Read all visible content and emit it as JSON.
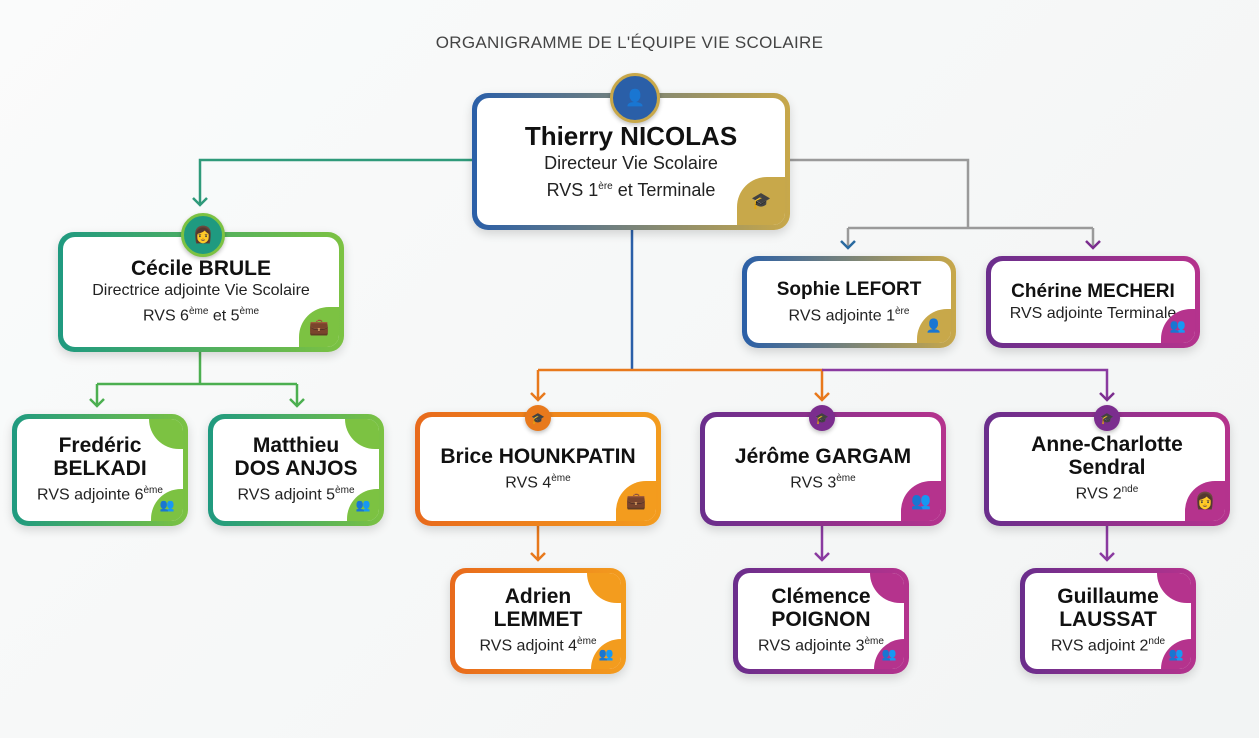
{
  "title": "ORGANIGRAMME DE L'ÉQUIPE VIE SCOLAIRE",
  "colors": {
    "green": "#4caf50",
    "blue": "#2a5fa8",
    "gold": "#c8a84a",
    "purple": "#7b2d8e",
    "orange": "#e8791c",
    "gray": "#999999"
  },
  "nodes": {
    "thierry": {
      "name": "Thierry NICOLAS",
      "line1": "Directeur Vie Scolaire",
      "pre": "RVS 1",
      "sup": "ère",
      "post": " et Terminale",
      "icon": "graduation-group-icon"
    },
    "cecile": {
      "name": "Cécile BRULE",
      "line1": "Directrice adjointe Vie Scolaire",
      "pre": "RVS 6",
      "sup": "ème",
      "mid": " et 5",
      "sup2": "ème",
      "icon": "briefcase-icon"
    },
    "sophie": {
      "name": "Sophie LEFORT",
      "pre": "RVS adjointe 1",
      "sup": "ère",
      "icon": "person-icon"
    },
    "cherine": {
      "name": "Chérine MECHERI",
      "pre": "RVS adjointe Terminale",
      "icon": "group-icon"
    },
    "frederic": {
      "name1": "Fredéric",
      "name2": "BELKADI",
      "pre": "RVS adjointe 6",
      "sup": "ème",
      "icon": "group-icon"
    },
    "matthieu": {
      "name1": "Matthieu",
      "name2": "DOS ANJOS",
      "pre": "RVS adjoint 5",
      "sup": "ème",
      "icon": "group-icon"
    },
    "brice": {
      "name": "Brice HOUNKPATIN",
      "pre": "RVS 4",
      "sup": "ème",
      "icon": "briefcase-icon"
    },
    "jerome": {
      "name": "Jérôme GARGAM",
      "pre": "RVS 3",
      "sup": "ème",
      "icon": "presentation-icon"
    },
    "anne": {
      "name1": "Anne-Charlotte",
      "name2": "Sendral",
      "pre": "RVS 2",
      "sup": "nde",
      "icon": "person-icon"
    },
    "adrien": {
      "name1": "Adrien",
      "name2": "LEMMET",
      "pre": "RVS adjoint 4",
      "sup": "ème",
      "icon": "group-icon"
    },
    "clemence": {
      "name1": "Clémence",
      "name2": "POIGNON",
      "pre": "RVS adjointe 3",
      "sup": "ème",
      "icon": "group-icon"
    },
    "guillaume": {
      "name1": "Guillaume",
      "name2": "LAUSSAT",
      "pre": "RVS adjoint 2",
      "sup": "nde",
      "icon": "group-icon"
    }
  }
}
